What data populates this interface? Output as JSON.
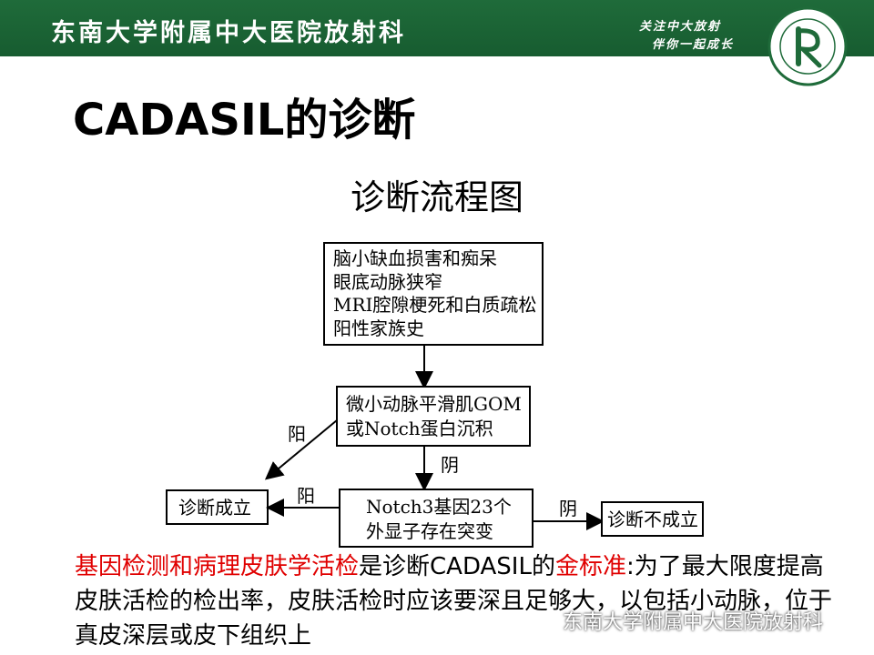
{
  "header": {
    "title": "东南大学附属中大医院放射科",
    "slogan_line1": "关注中大放射",
    "slogan_line2": "伴你一起成长"
  },
  "main_title": "CADASIL的诊断",
  "flowchart": {
    "title": "诊断流程图",
    "box1_lines": [
      "脑小缺血损害和痴呆",
      "眼底动脉狭窄",
      "MRI腔隙梗死和白质疏松",
      "阳性家族史"
    ],
    "box2_lines": [
      "微小动脉平滑肌GOM",
      "或Notch蛋白沉积"
    ],
    "box3_lines": [
      "Notch3基因23个",
      "外显子存在突变"
    ],
    "box_confirmed": "诊断成立",
    "box_not_confirmed": "诊断不成立",
    "label_pos_1": "阳",
    "label_neg_1": "阴",
    "label_pos_2": "阳",
    "label_neg_2": "阴"
  },
  "paragraph": {
    "part1_red": "基因检测和病理皮肤学活检",
    "part2": "是诊断CADASIL的",
    "part3_red": "金标准",
    "part4": ":为了最大限度提高皮肤活检的检出率，皮肤活检时应该要深且足够大，以包括小动脉，位于真皮深层或皮下组织上"
  },
  "watermark": {
    "text": "东南大学附属中大医院放射科",
    "icon": "wechat-icon"
  },
  "colors": {
    "header_green": "#1f6b3a",
    "highlight_red": "#e00000"
  }
}
